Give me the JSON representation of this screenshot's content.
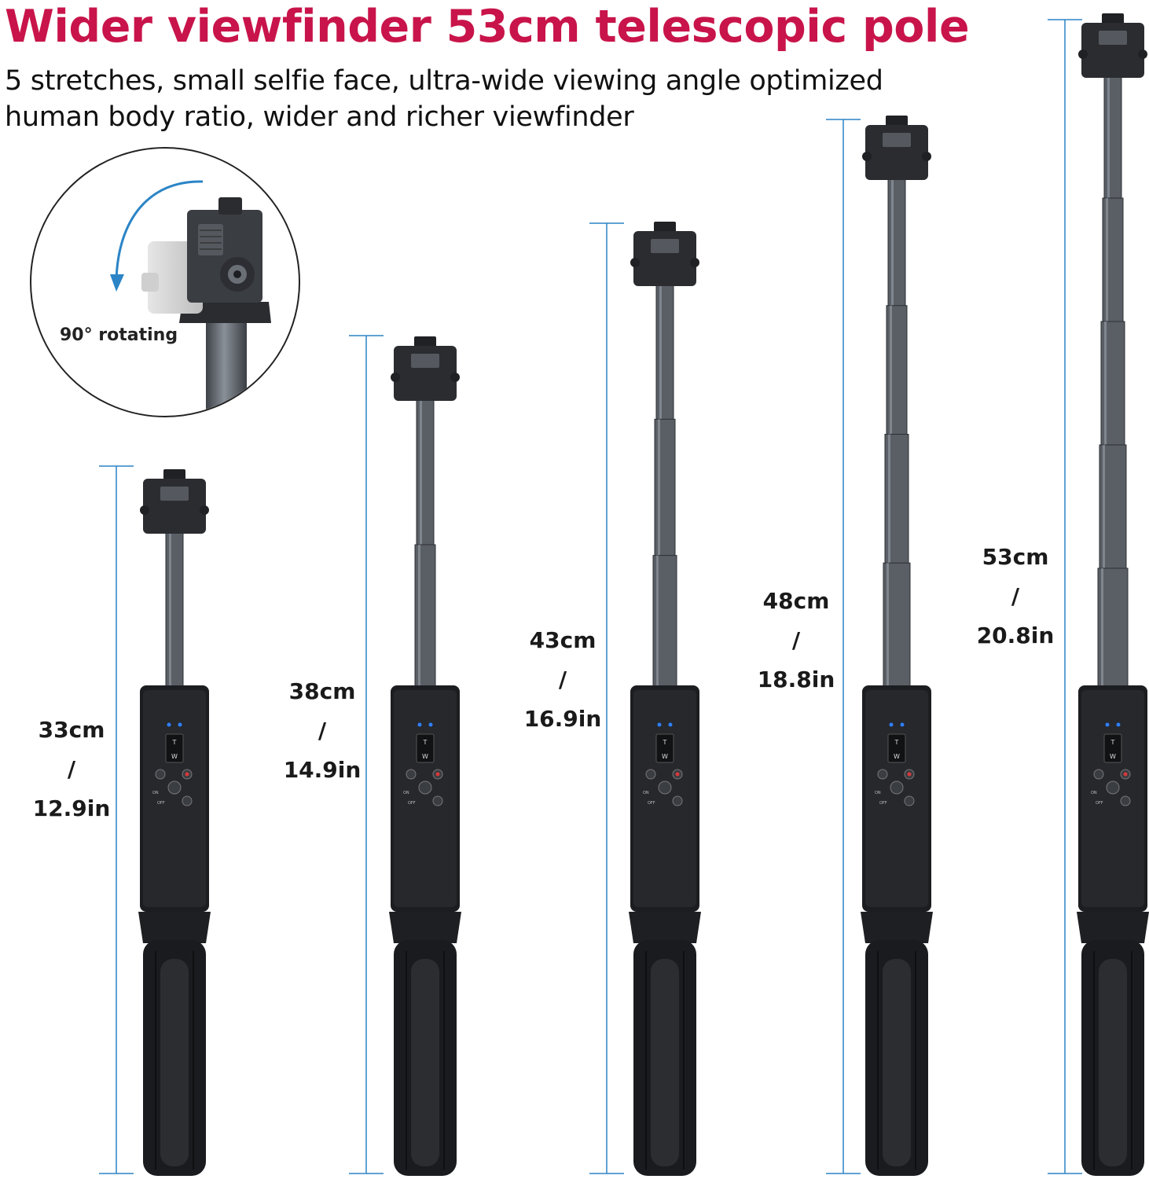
{
  "header": {
    "title": "Wider viewfinder 53cm telescopic pole",
    "subtitle_line1": "5 stretches, small selfie face, ultra-wide viewing angle optimized",
    "subtitle_line2": "human body ratio, wider and richer viewfinder"
  },
  "inset": {
    "label": "90° rotating"
  },
  "lengths": [
    {
      "cm": "33cm",
      "sep": "/",
      "inch": "12.9in"
    },
    {
      "cm": "38cm",
      "sep": "/",
      "inch": "14.9in"
    },
    {
      "cm": "43cm",
      "sep": "/",
      "inch": "16.9in"
    },
    {
      "cm": "48cm",
      "sep": "/",
      "inch": "18.8in"
    },
    {
      "cm": "53cm",
      "sep": "/",
      "inch": "20.8in"
    }
  ],
  "remote": {
    "t_label": "T",
    "w_label": "W",
    "on_label": "ON",
    "off_label": "OFF"
  },
  "colors": {
    "title": "#c8144a",
    "measure_line": "#2b84c6",
    "pole": "#5a5f66",
    "handle": "#1c1d20",
    "led": "#2f7fff"
  }
}
